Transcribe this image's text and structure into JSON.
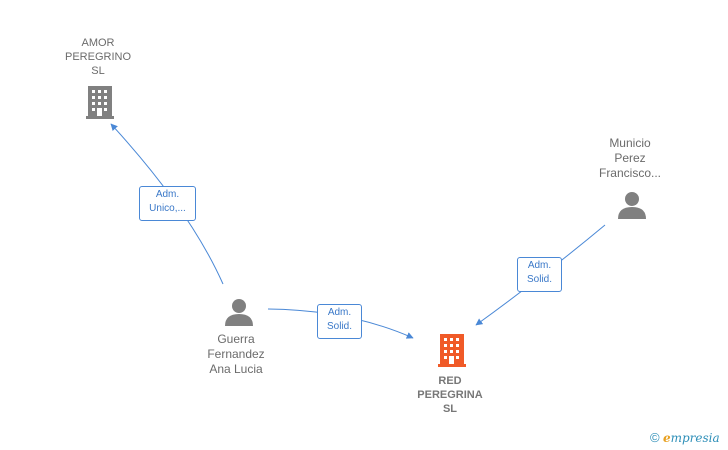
{
  "nodes": {
    "amor_peregrino": {
      "lines": [
        "AMOR",
        "PEREGRINO",
        "SL"
      ],
      "kind": "company",
      "color": "#808080"
    },
    "red_peregrina": {
      "lines": [
        "RED",
        "PEREGRINA",
        "SL"
      ],
      "kind": "company",
      "color": "#f05a28"
    },
    "guerra": {
      "lines": [
        "Guerra",
        "Fernandez",
        "Ana Lucia"
      ],
      "kind": "person",
      "color": "#808080"
    },
    "municio": {
      "lines": [
        "Municio",
        "Perez",
        "Francisco..."
      ],
      "kind": "person",
      "color": "#808080"
    }
  },
  "edges": {
    "guerra_to_amor": {
      "lines": [
        "Adm.",
        "Unico,..."
      ]
    },
    "guerra_to_red": {
      "lines": [
        "Adm.",
        "Solid."
      ]
    },
    "municio_to_red": {
      "lines": [
        "Adm.",
        "Solid."
      ]
    }
  },
  "colors": {
    "edge": "#4a88d6",
    "icon_gray": "#808080",
    "icon_orange": "#f05a28"
  },
  "watermark": {
    "copyright": "©",
    "brand_first": "e",
    "brand_rest": "mpresia"
  }
}
